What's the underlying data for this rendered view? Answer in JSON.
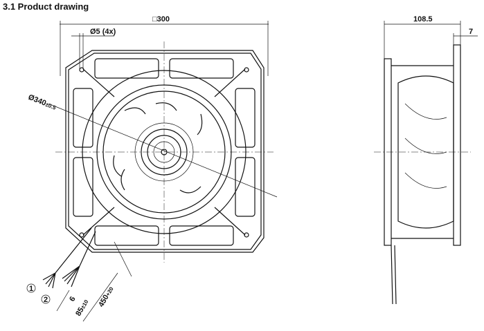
{
  "title": "3.1 Product drawing",
  "dimensions": {
    "square": "□300",
    "holes": "Ø5 (4x)",
    "diameter": "Ø340",
    "diameter_tol": "±0.5",
    "depth": "108.5",
    "flange": "7",
    "strip": "6",
    "lead_short": "85",
    "lead_short_tol": "±10",
    "lead_long": "450",
    "lead_long_tol": "+20"
  },
  "callouts": [
    "1",
    "2"
  ]
}
